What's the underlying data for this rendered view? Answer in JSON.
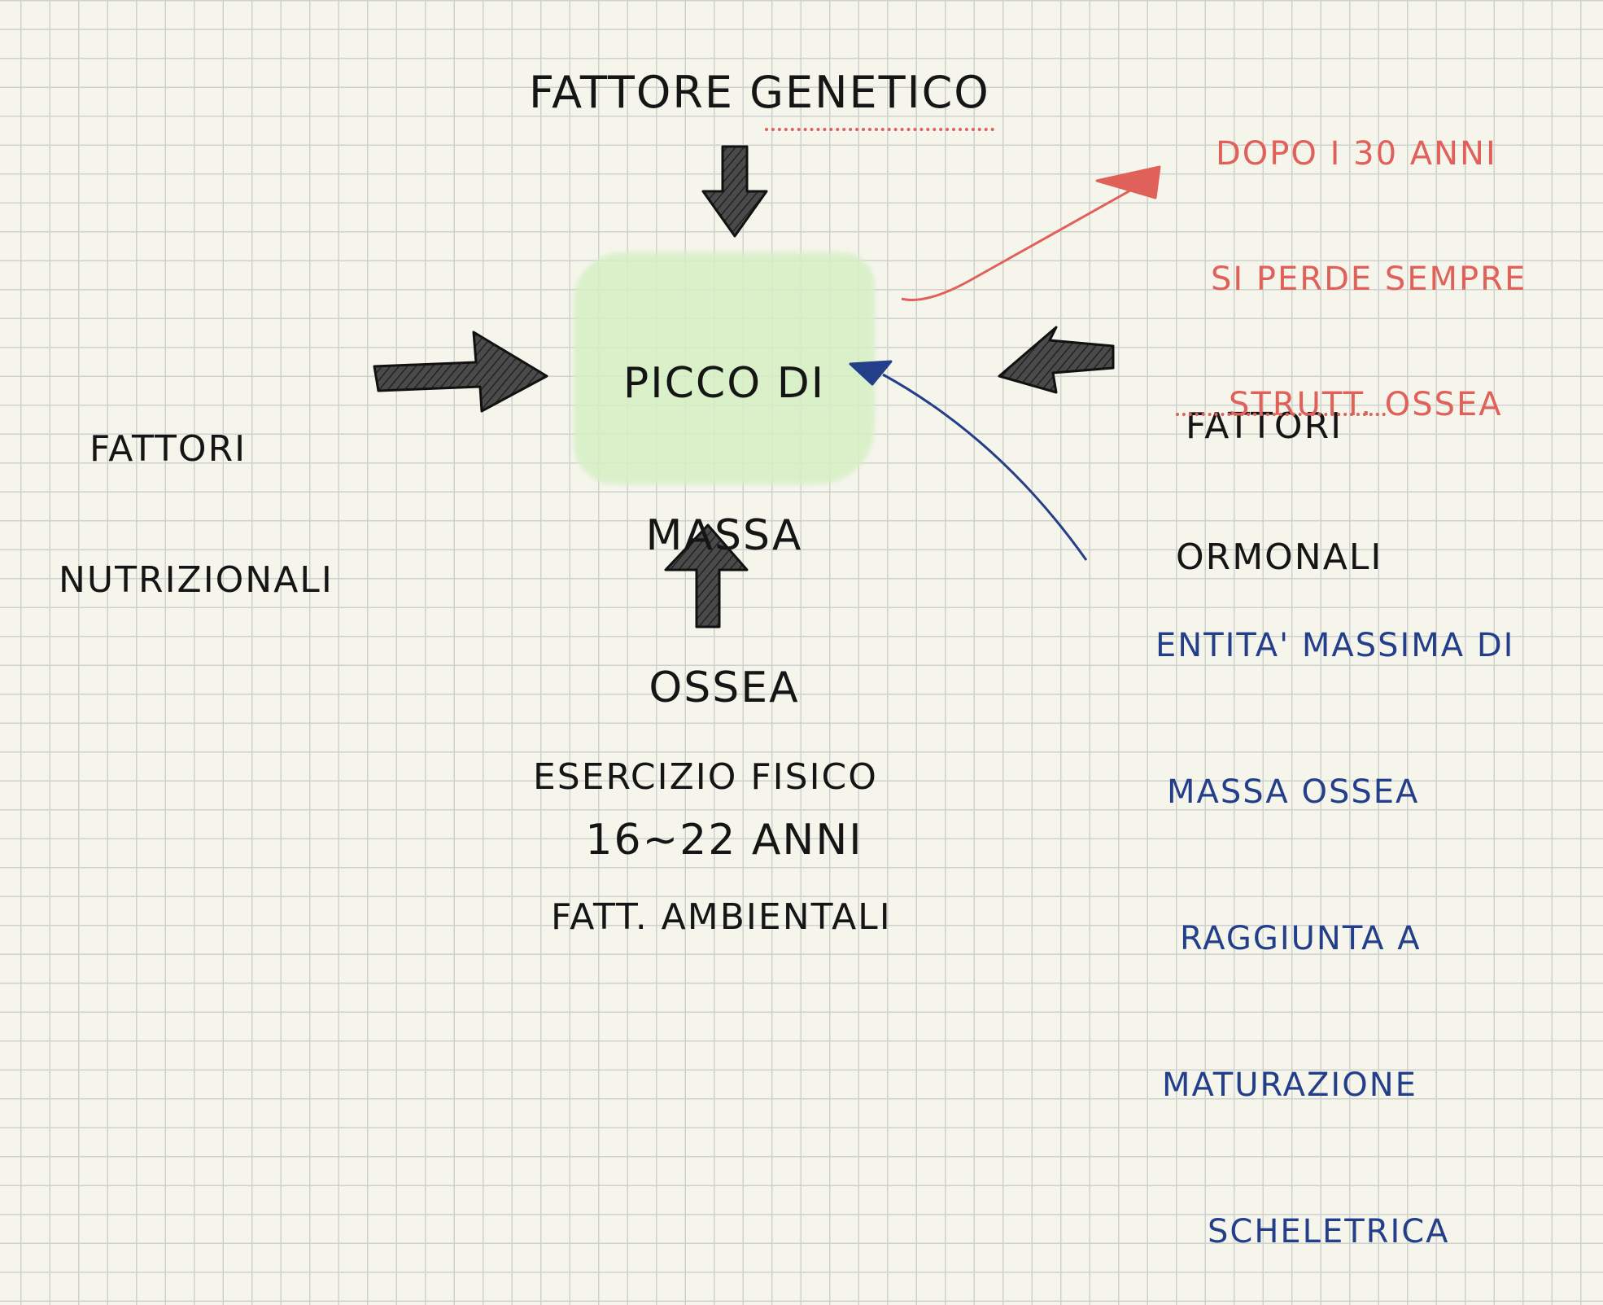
{
  "center": {
    "lines": [
      "PICCO DI",
      "MASSA",
      "OSSEA",
      "16~22 ANNI"
    ]
  },
  "top": {
    "label": "FATTORE GENETICO"
  },
  "left": {
    "lines": [
      "FATTORI",
      "NUTRIZIONALI"
    ]
  },
  "right": {
    "lines": [
      "FATTORI",
      "ORMONALI"
    ]
  },
  "bottom": {
    "lines": [
      "ESERCIZIO FISICO",
      "FATT. AMBIENTALI"
    ]
  },
  "note_red": {
    "lines": [
      "DOPO I 30 ANNI",
      "SI PERDE SEMPRE",
      "STRUTT. OSSEA"
    ]
  },
  "note_blue": {
    "lines": [
      "ENTITA' MASSIMA DI",
      "MASSA OSSEA",
      "RAGGIUNTA A",
      "MATURAZIONE",
      "SCHELETRICA"
    ]
  },
  "colors": {
    "ink": "#151515",
    "accent_red": "#e0605a",
    "accent_blue": "#243f8a",
    "highlight_green": "#d5f0c4",
    "arrow_fill": "#4a4a4a"
  }
}
